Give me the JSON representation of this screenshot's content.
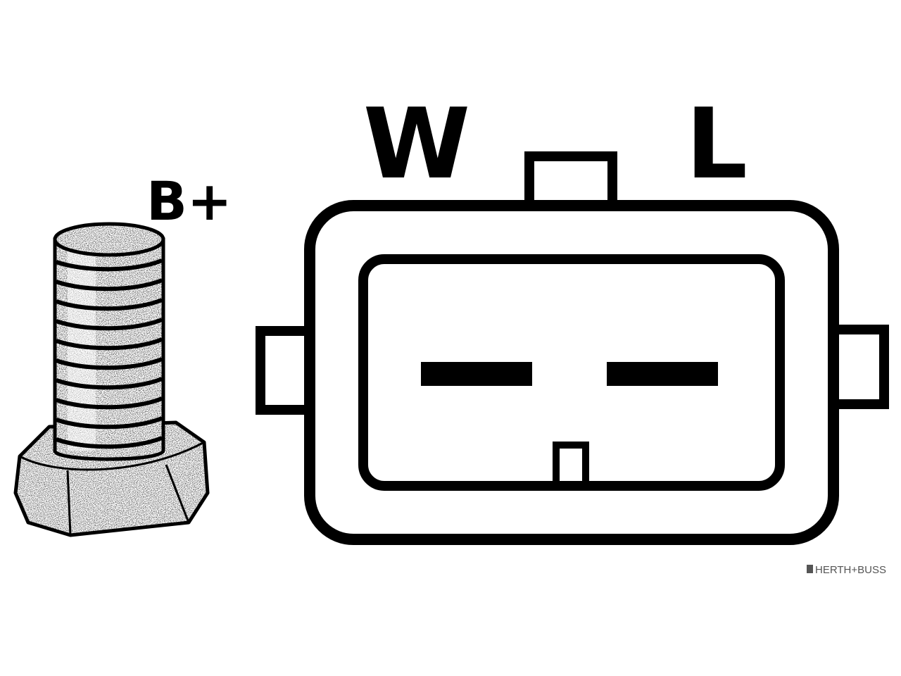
{
  "diagram": {
    "labels": {
      "battery_terminal": "B+",
      "connector_pin_1": "W",
      "connector_pin_2": "L"
    },
    "watermark": {
      "text": "HERTH+BUSS"
    },
    "colors": {
      "line": "#000000",
      "background": "#ffffff",
      "watermark": "#555555"
    }
  }
}
